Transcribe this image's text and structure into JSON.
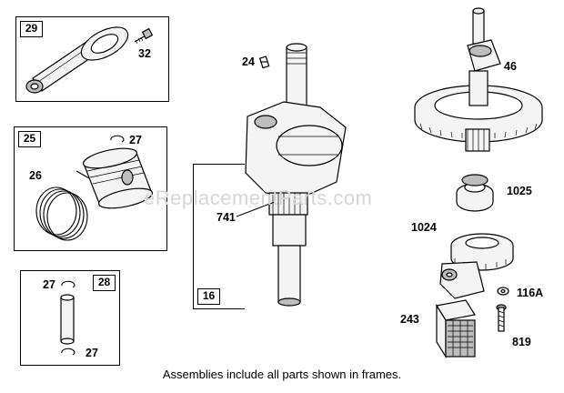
{
  "watermark": "eReplacementParts.com",
  "footer_note": "Assemblies include all parts shown in frames.",
  "frames": {
    "connecting_rod": "29",
    "piston": "25",
    "piston_pin": "28",
    "crankshaft": "16"
  },
  "callouts": {
    "rod_bolt": "32",
    "piston_ring_lock": "27",
    "piston_rings": "26",
    "pin_lock_top": "27",
    "pin_lock_bottom": "27",
    "key": "24",
    "crank_gear": "741",
    "camshaft": "46",
    "cam_gear_small": "1025",
    "governor_gear": "1024",
    "washer": "116A",
    "governor_bracket": "243",
    "screw": "819"
  }
}
